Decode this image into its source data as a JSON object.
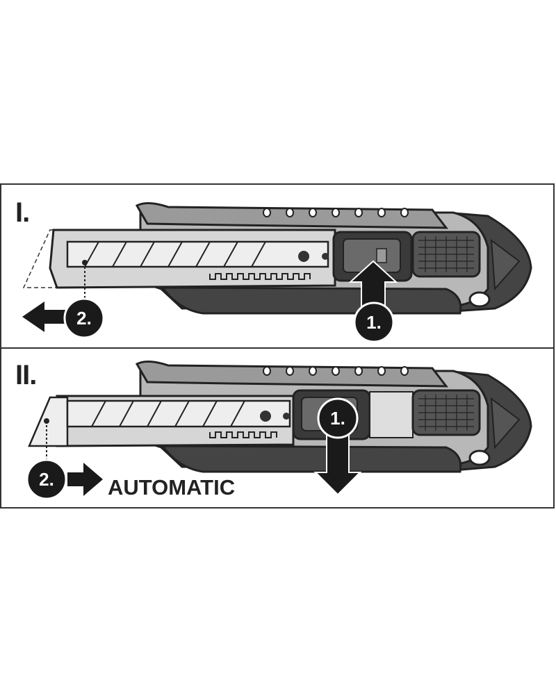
{
  "panels": [
    {
      "roman": "I.",
      "steps": {
        "step1": "1.",
        "step2": "2."
      }
    },
    {
      "roman": "II.",
      "steps": {
        "step1": "1.",
        "step2": "2."
      },
      "auto_label": "AUTOMATIC"
    }
  ],
  "colors": {
    "outline": "#222222",
    "dark_grip": "#444444",
    "mid_grey": "#9a9a9a",
    "light_grey": "#cfcfcf",
    "blade": "#eeeeee",
    "marker": "#1a1a1a"
  },
  "icons": [
    "arrow-left-icon",
    "arrow-up-icon",
    "arrow-right-icon",
    "arrow-down-icon"
  ]
}
